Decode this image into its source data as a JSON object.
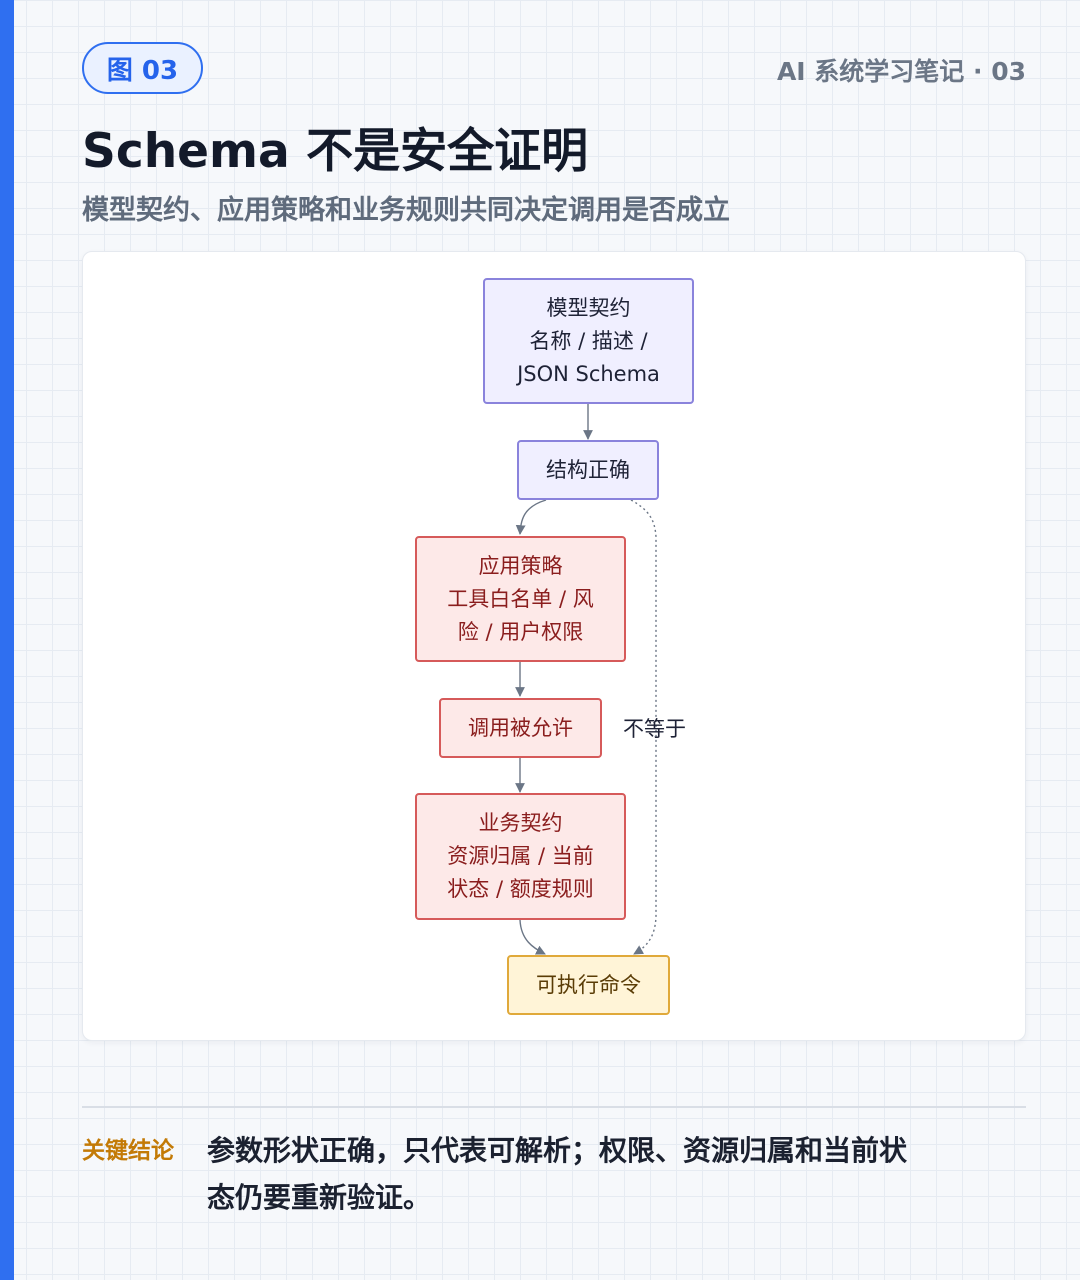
{
  "header": {
    "figure_badge": "图 03",
    "series_label": "AI 系统学习笔记 · 03",
    "title": "Schema 不是安全证明",
    "subtitle": "模型契约、应用策略和业务规则共同决定调用是否成立"
  },
  "diagram": {
    "nodes": {
      "model_contract": [
        "模型契约",
        "名称 / 描述 /",
        "JSON Schema"
      ],
      "structure_ok": [
        "结构正确"
      ],
      "app_policy": [
        "应用策略",
        "工具白名单 / 风",
        "险 / 用户权限"
      ],
      "call_allowed": [
        "调用被允许"
      ],
      "business_contract": [
        "业务契约",
        "资源归属 / 当前",
        "状态 / 额度规则"
      ],
      "executable_command": [
        "可执行命令"
      ]
    },
    "edge_labels": {
      "not_equal": "不等于"
    },
    "colors": {
      "purple_fill": "#f0efff",
      "purple_border": "#8a83dc",
      "red_fill": "#fde9e8",
      "red_border": "#d65a5a",
      "yellow_fill": "#fff4d7",
      "yellow_border": "#e0a93a",
      "arrow": "#6b7686",
      "accent": "#2f6ff0"
    }
  },
  "conclusion": {
    "label": "关键结论",
    "lines": [
      "参数形状正确，只代表可解析；权限、资源归属和当前状",
      "态仍要重新验证。"
    ]
  }
}
